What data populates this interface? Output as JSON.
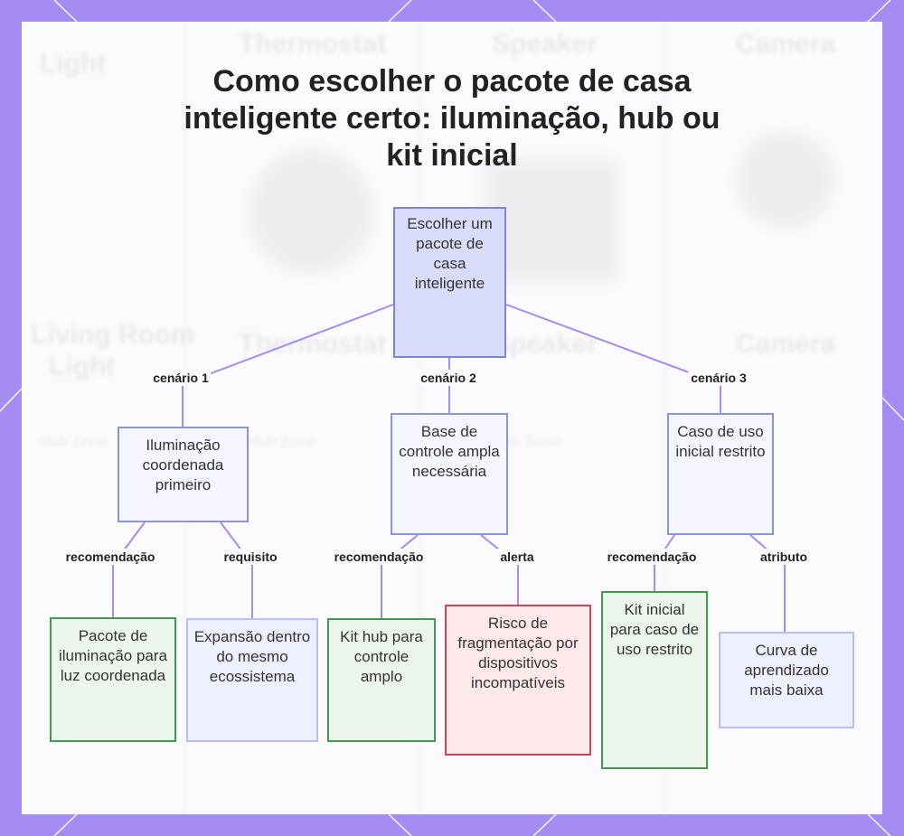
{
  "title": "Como escolher o pacote de casa inteligente certo: iluminação, hub ou kit inicial",
  "nodes": {
    "root": "Escolher um pacote de casa inteligente",
    "lighting": "Iluminação coordenada primeiro",
    "control": "Base de controle ampla necessária",
    "usecase": "Caso de uso inicial restrito",
    "lighting_pack": "Pacote de iluminação para luz coordenada",
    "expansion": "Expansão dentro do mesmo ecossistema",
    "hub_kit": "Kit hub para controle amplo",
    "fragmentation": "Risco de fragmentação por dispositivos incompatíveis",
    "starter_kit": "Kit inicial para caso de uso restrito",
    "learning_curve": "Curva de aprendizado mais baixa"
  },
  "edge_labels": {
    "scenario1": "cenário 1",
    "scenario2": "cenário 2",
    "scenario3": "cenário 3",
    "rec1": "recomendação",
    "req1": "requisito",
    "rec2": "recomendação",
    "alert2": "alerta",
    "rec3": "recomendação",
    "attr3": "atributo"
  },
  "colors": {
    "frame": "#a48cf2",
    "edge": "#a48cf2",
    "root_fill": "#d9dcfb",
    "recommend_border": "#3f9a4a",
    "alert_border": "#d04556"
  }
}
